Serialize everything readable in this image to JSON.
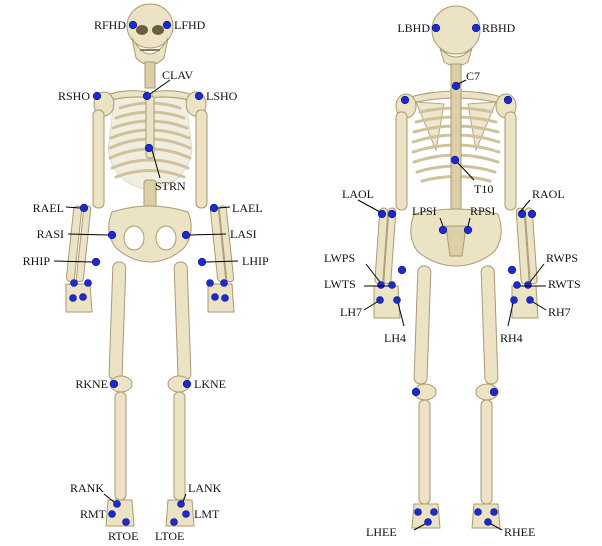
{
  "front_view": {
    "labels": {
      "RFHD": "RFHD",
      "LFHD": "LFHD",
      "CLAV": "CLAV",
      "RSHO": "RSHO",
      "LSHO": "LSHO",
      "STRN": "STRN",
      "RAEL": "RAEL",
      "LAEL": "LAEL",
      "RASI": "RASI",
      "LASI": "LASI",
      "RHIP": "RHIP",
      "LHIP": "LHIP",
      "RKNE": "RKNE",
      "LKNE": "LKNE",
      "RANK": "RANK",
      "LANK": "LANK",
      "RMT": "RMT",
      "LMT": "LMT",
      "RTOE": "RTOE",
      "LTOE": "LTOE"
    }
  },
  "back_view": {
    "labels": {
      "LBHD": "LBHD",
      "RBHD": "RBHD",
      "C7": "C7",
      "T10": "T10",
      "LAOL": "LAOL",
      "RAOL": "RAOL",
      "LPSI": "LPSI",
      "RPSI": "RPSI",
      "LWPS": "LWPS",
      "RWPS": "RWPS",
      "LWTS": "LWTS",
      "RWTS": "RWTS",
      "LH7": "LH7",
      "RH7": "RH7",
      "LH4": "LH4",
      "RH4": "RH4",
      "LHEE": "LHEE",
      "RHEE": "RHEE"
    }
  },
  "colors": {
    "marker": "#1a2ad6",
    "bone": "#ece3c4",
    "bone_outline": "#a99a72",
    "label_text": "#111111"
  }
}
